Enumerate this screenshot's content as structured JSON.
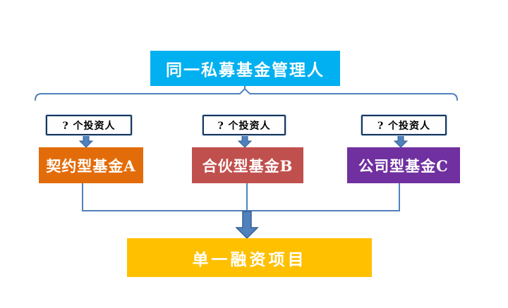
{
  "diagram": {
    "top_box": {
      "label": "同一私募基金管理人",
      "color": "#00B0F0"
    },
    "columns": [
      {
        "investor_label": "?  个投资人",
        "fund_label": "契约型基金A",
        "color": "#E36C0A"
      },
      {
        "investor_label": "?  个投资人",
        "fund_label": "合伙型基金B",
        "color": "#C0504D"
      },
      {
        "investor_label": "?  个投资人",
        "fund_label": "公司型基金C",
        "color": "#7030A0"
      }
    ],
    "bottom_box": {
      "label": "单一融资项目",
      "color": "#FFC000"
    },
    "connector_color": "#4F81BD",
    "investor_box_border_color": "#17375E"
  }
}
